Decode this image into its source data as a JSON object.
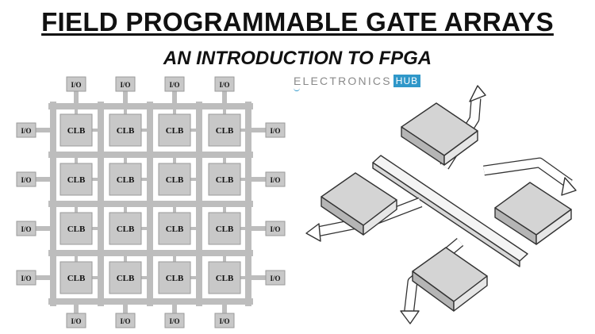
{
  "header": {
    "title": "FIELD PROGRAMMABLE GATE ARRAYS",
    "subtitle": "AN INTRODUCTION TO FPGA"
  },
  "logo": {
    "text": "ELECTRONICS",
    "badge": "HUB"
  },
  "fpga_grid": {
    "clb_label": "CLB",
    "io_label": "I/O",
    "rows": 4,
    "cols": 4
  },
  "colors": {
    "block_fill": "#c8c8c8",
    "routing": "#bdbdbd",
    "text": "#111111",
    "logo_accent": "#2f97c9"
  }
}
